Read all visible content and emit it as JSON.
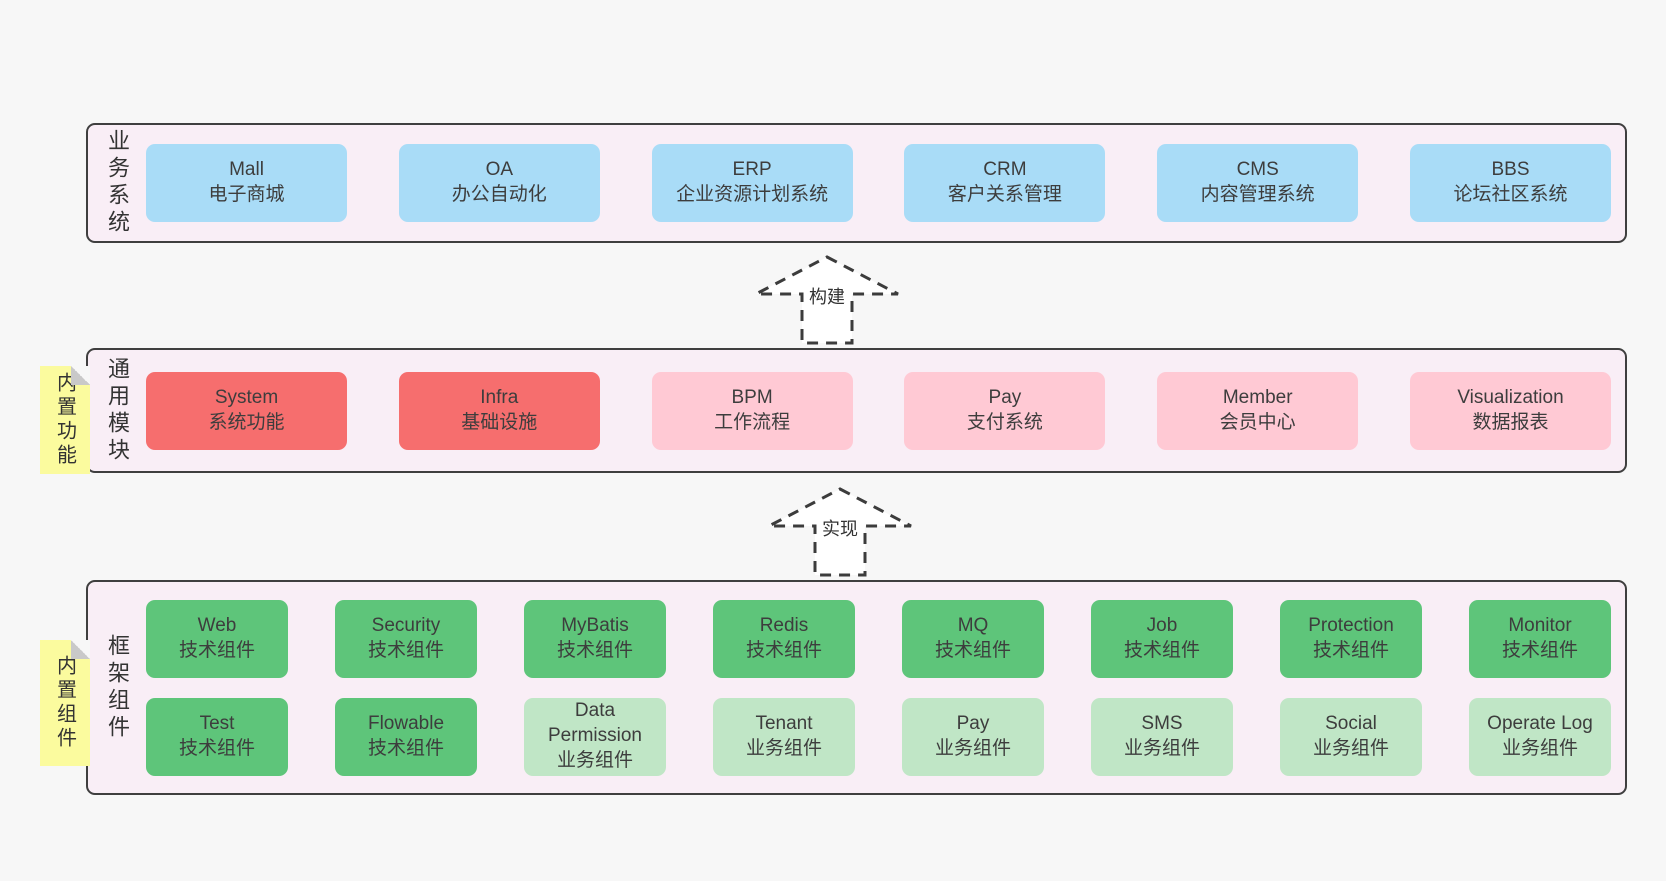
{
  "colors": {
    "canvas": "#f7f7f7",
    "layer_background": "#f9eef6",
    "layer_border": "#3f3f3f",
    "box_blue": "#a9dcf7",
    "box_red": "#f66e6e",
    "box_pink": "#ffc9d4",
    "box_green": "#5ec57a",
    "box_light_green": "#c0e6c6",
    "note_yellow": "#fbfb9e",
    "note_fold_gray": "#c9c9c9",
    "text": "#3d3d3d"
  },
  "arrows": [
    {
      "label": "构建"
    },
    {
      "label": "实现"
    }
  ],
  "layers": [
    {
      "label": "业务系统",
      "note": "",
      "rows": [
        [
          {
            "title": "Mall",
            "subtitle": "电子商城",
            "variant": "blue"
          },
          {
            "title": "OA",
            "subtitle": "办公自动化",
            "variant": "blue"
          },
          {
            "title": "ERP",
            "subtitle": "企业资源计划系统",
            "variant": "blue"
          },
          {
            "title": "CRM",
            "subtitle": "客户关系管理",
            "variant": "blue"
          },
          {
            "title": "CMS",
            "subtitle": "内容管理系统",
            "variant": "blue"
          },
          {
            "title": "BBS",
            "subtitle": "论坛社区系统",
            "variant": "blue"
          }
        ]
      ]
    },
    {
      "label": "通用模块",
      "note": "内置功能",
      "rows": [
        [
          {
            "title": "System",
            "subtitle": "系统功能",
            "variant": "red"
          },
          {
            "title": "Infra",
            "subtitle": "基础设施",
            "variant": "red"
          },
          {
            "title": "BPM",
            "subtitle": "工作流程",
            "variant": "pink"
          },
          {
            "title": "Pay",
            "subtitle": "支付系统",
            "variant": "pink"
          },
          {
            "title": "Member",
            "subtitle": "会员中心",
            "variant": "pink"
          },
          {
            "title": "Visualization",
            "subtitle": "数据报表",
            "variant": "pink"
          }
        ]
      ]
    },
    {
      "label": "框架组件",
      "note": "内置组件",
      "rows": [
        [
          {
            "title": "Web",
            "subtitle": "技术组件",
            "variant": "green"
          },
          {
            "title": "Security",
            "subtitle": "技术组件",
            "variant": "green"
          },
          {
            "title": "MyBatis",
            "subtitle": "技术组件",
            "variant": "green"
          },
          {
            "title": "Redis",
            "subtitle": "技术组件",
            "variant": "green"
          },
          {
            "title": "MQ",
            "subtitle": "技术组件",
            "variant": "green"
          },
          {
            "title": "Job",
            "subtitle": "技术组件",
            "variant": "green"
          },
          {
            "title": "Protection",
            "subtitle": "技术组件",
            "variant": "green"
          },
          {
            "title": "Monitor",
            "subtitle": "技术组件",
            "variant": "green"
          }
        ],
        [
          {
            "title": "Test",
            "subtitle": "技术组件",
            "variant": "green"
          },
          {
            "title": "Flowable",
            "subtitle": "技术组件",
            "variant": "green"
          },
          {
            "title": "Data Permission",
            "subtitle": "业务组件",
            "variant": "lightgreen"
          },
          {
            "title": "Tenant",
            "subtitle": "业务组件",
            "variant": "lightgreen"
          },
          {
            "title": "Pay",
            "subtitle": "业务组件",
            "variant": "lightgreen"
          },
          {
            "title": "SMS",
            "subtitle": "业务组件",
            "variant": "lightgreen"
          },
          {
            "title": "Social",
            "subtitle": "业务组件",
            "variant": "lightgreen"
          },
          {
            "title": "Operate Log",
            "subtitle": "业务组件",
            "variant": "lightgreen"
          }
        ]
      ]
    }
  ]
}
